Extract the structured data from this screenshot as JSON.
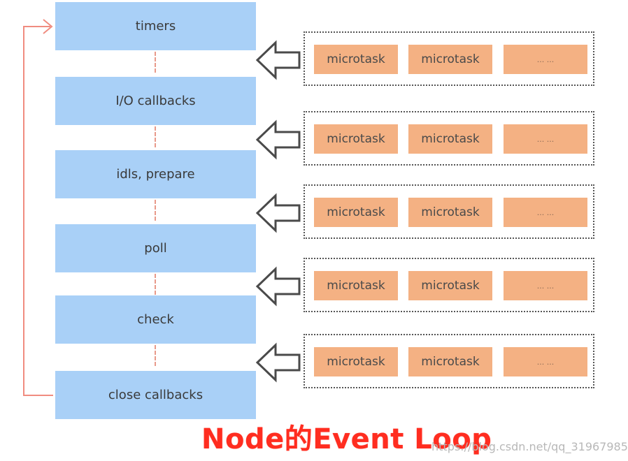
{
  "phases": [
    {
      "label": "timers"
    },
    {
      "label": "I/O callbacks"
    },
    {
      "label": "idls, prepare"
    },
    {
      "label": "poll"
    },
    {
      "label": "check"
    },
    {
      "label": "close callbacks"
    }
  ],
  "queues": [
    {
      "tasks": [
        "microtask",
        "microtask",
        "... ..."
      ]
    },
    {
      "tasks": [
        "microtask",
        "microtask",
        "... ..."
      ]
    },
    {
      "tasks": [
        "microtask",
        "microtask",
        "... ..."
      ]
    },
    {
      "tasks": [
        "microtask",
        "microtask",
        "... ..."
      ]
    },
    {
      "tasks": [
        "microtask",
        "microtask",
        "... ..."
      ]
    }
  ],
  "caption": "Node的Event Loop",
  "watermark": "https://blog.csdn.net/qq_31967985",
  "colors": {
    "phase_fill": "#a9d0f7",
    "task_fill": "#f4b183",
    "loop_arrow": "#f08c80",
    "caption": "#ff2d20"
  }
}
